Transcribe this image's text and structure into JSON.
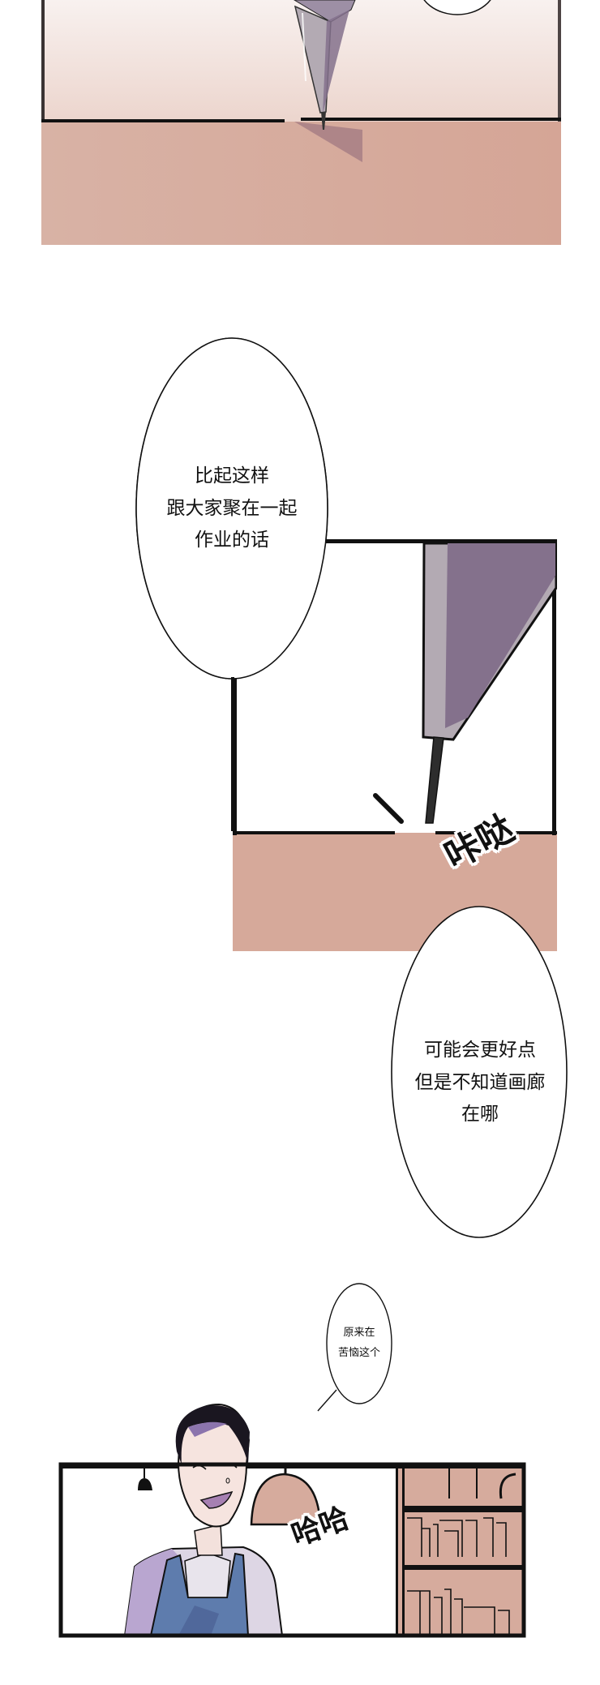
{
  "comic": {
    "colors": {
      "floor_pink": "#d6a99a",
      "wall_gradient_top": "#f7eeec",
      "wall_gradient_bottom": "#ecd6cf",
      "pen_gray": "#b3aab3",
      "pen_purple": "#84718c",
      "apron_blue": "#5d7aa8",
      "shirt_lavender": "#c9b8d8",
      "shelf_pink": "#d6ab9d",
      "ink": "#111111"
    },
    "panels": [
      {
        "id": "panel-1",
        "description": "pen tip touching desk edge"
      },
      {
        "id": "panel-2",
        "description": "close-up pen tip clicking on desk",
        "sfx": "咔哒"
      },
      {
        "id": "panel-3",
        "description": "smiling man in apron in front of bookshelf",
        "sfx": "哈哈"
      }
    ],
    "bubbles": [
      {
        "id": "bubble-1",
        "lines": [
          "比起这样",
          "跟大家聚在一起",
          "作业的话"
        ]
      },
      {
        "id": "bubble-2",
        "lines": [
          "可能会更好点",
          "但是不知道画廊",
          "在哪"
        ]
      },
      {
        "id": "bubble-3",
        "lines": [
          "原来在",
          "苦恼这个"
        ]
      }
    ]
  }
}
